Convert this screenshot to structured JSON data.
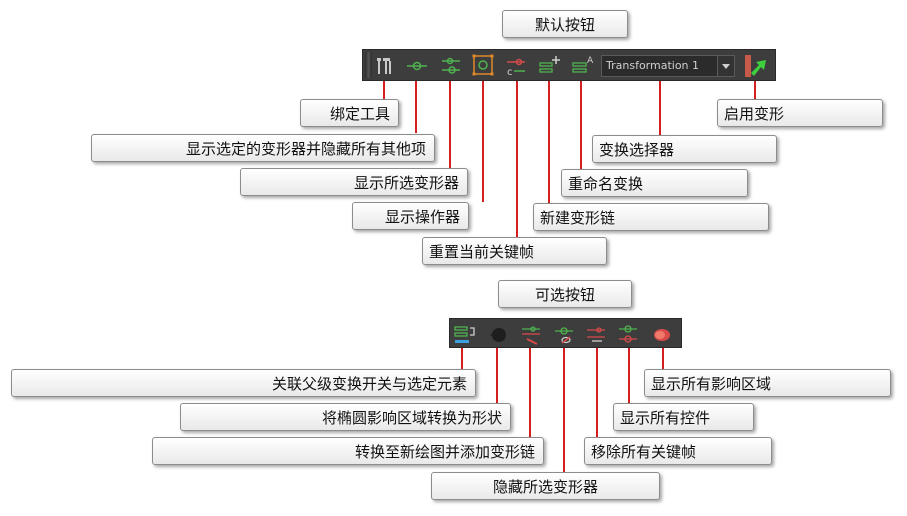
{
  "default_section": {
    "header": "默认按钮",
    "transform_dropdown": {
      "value": "Transformation 1"
    },
    "callouts": {
      "bind_tool": "绑定工具",
      "show_selected_hide_others": "显示选定的变形器并隐藏所有其他项",
      "show_selected_deformers": "显示所选变形器",
      "show_manipulator": "显示操作器",
      "reset_current_keyframe": "重置当前关键帧",
      "new_deformation_chain": "新建变形链",
      "rename_transformation": "重命名变换",
      "transformation_selector": "变换选择器",
      "enable_deformation": "启用变形"
    }
  },
  "optional_section": {
    "header": "可选按钮",
    "callouts": {
      "toggle_link_parent": "关联父级变换开关与选定元素",
      "convert_ellipse_to_shape": "将椭圆影响区域转换为形状",
      "convert_to_new_drawing": "转换至新绘图并添加变形链",
      "hide_selected_deformers": "隐藏所选变形器",
      "remove_all_keyframes": "移除所有关键帧",
      "show_all_controls": "显示所有控件",
      "show_all_influence_zones": "显示所有影响区域"
    }
  },
  "colors": {
    "toolbar_bg": "#3d3d3d",
    "leader_line": "#d51f1f",
    "icon_green": "#4fb34f",
    "icon_red": "#d84a4a",
    "icon_orange": "#e0892a",
    "icon_blue": "#3aa0e0"
  }
}
